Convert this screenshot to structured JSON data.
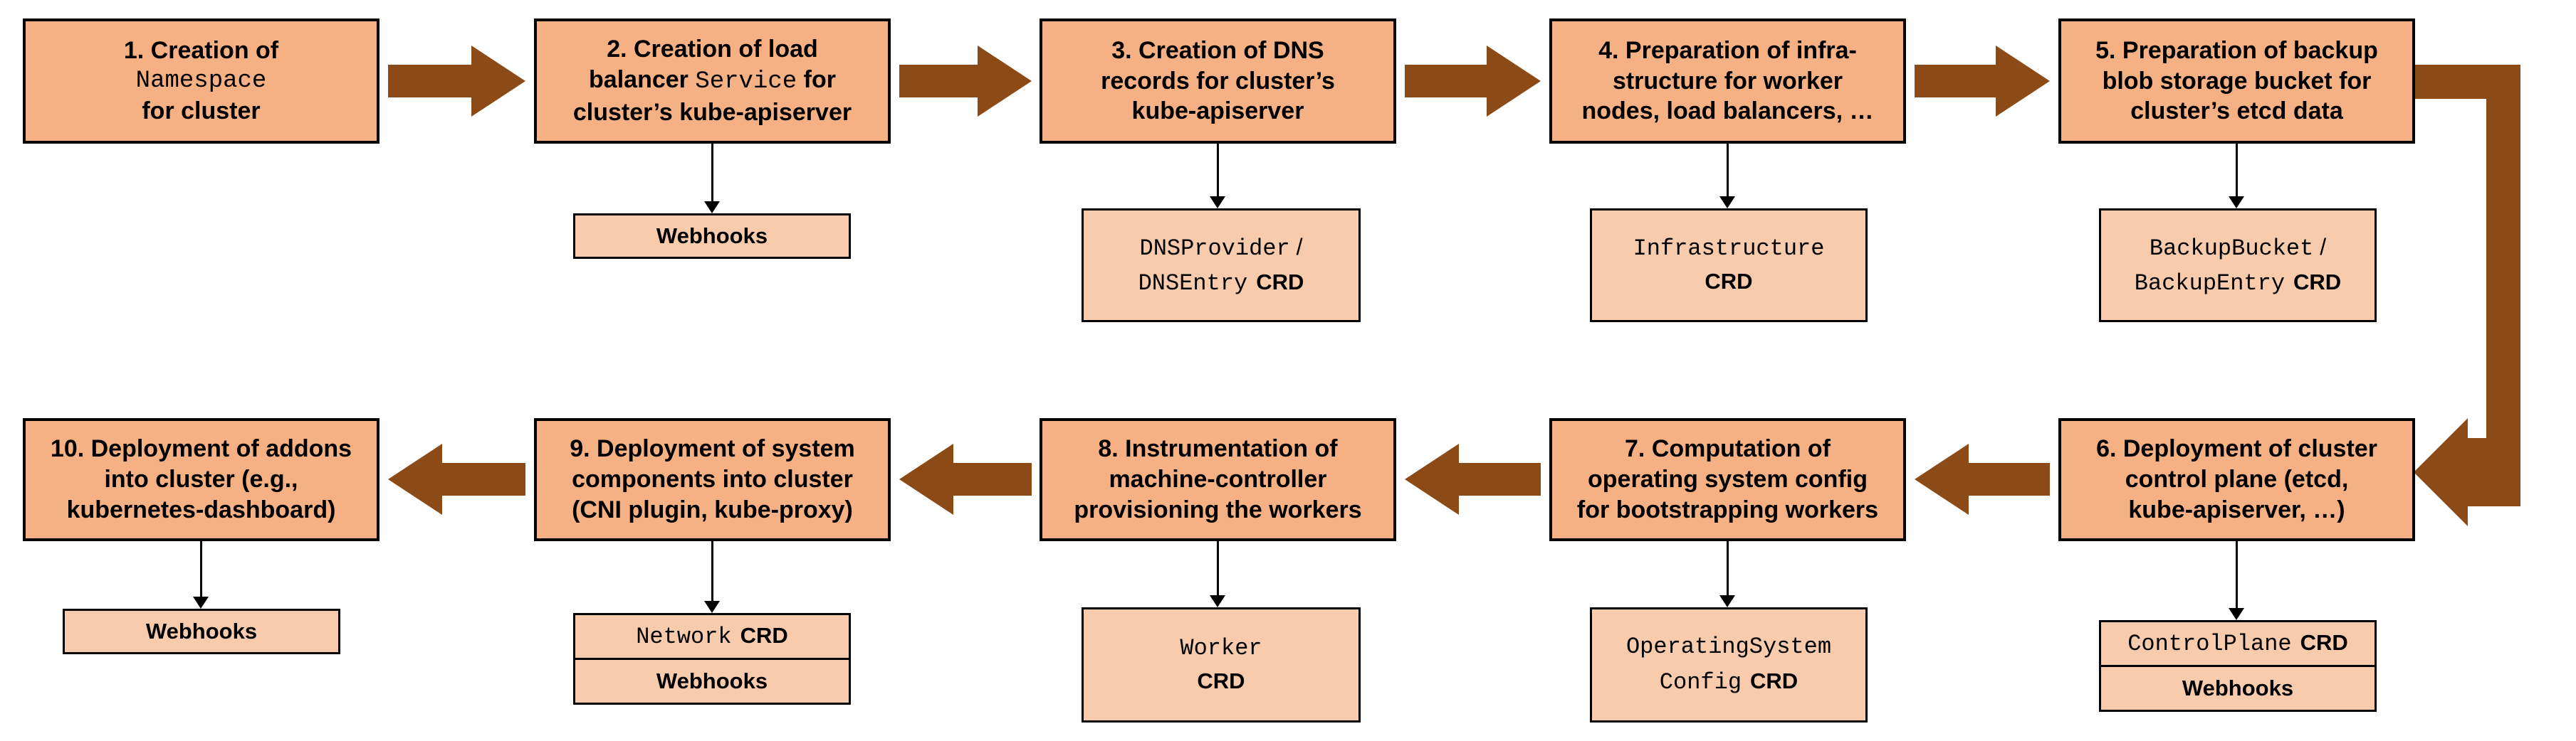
{
  "colors": {
    "main_box_fill": "#F5B183",
    "sub_box_fill": "#F8CBAD",
    "border": "#000000",
    "arrow": "#8C4A16"
  },
  "steps": [
    {
      "l1": "1. Creation of",
      "code": "Namespace",
      "l3": "for cluster"
    },
    {
      "l1": "2. Creation of load",
      "l2a": "balancer ",
      "code": "Service",
      "l2b": " for",
      "l3": "cluster’s kube-apiserver"
    },
    {
      "l1": "3. Creation of DNS",
      "l2": "records for cluster’s",
      "l3": "kube-apiserver"
    },
    {
      "l1": "4. Preparation of infra-",
      "l2": "structure for worker",
      "l3": "nodes, load balancers, …"
    },
    {
      "l1": "5. Preparation of backup",
      "l2": "blob storage bucket for",
      "l3": "cluster’s etcd data"
    },
    {
      "l1": "6. Deployment of cluster",
      "l2": "control plane (etcd,",
      "l3": "kube-apiserver, …)"
    },
    {
      "l1": "7. Computation of",
      "l2": "operating system config",
      "l3": "for bootstrapping workers"
    },
    {
      "l1": "8. Instrumentation of",
      "l2": "machine-controller",
      "l3": "provisioning the workers"
    },
    {
      "l1": "9. Deployment of system",
      "l2": "components into cluster",
      "l3": "(CNI plugin, kube-proxy)"
    },
    {
      "l1": "10. Deployment of addons",
      "l2": "into cluster (e.g.,",
      "l3": "kubernetes-dashboard)"
    }
  ],
  "crds": {
    "webhooks2": {
      "label": "Webhooks"
    },
    "dns": {
      "l1_code": "DNSProvider",
      "l1_sep": " /",
      "l2_code": "DNSEntry",
      "l2_crd": "CRD"
    },
    "infra": {
      "l1_code": "Infrastructure",
      "l2_crd": "CRD"
    },
    "backup": {
      "l1_code": "BackupBucket",
      "l1_sep": " /",
      "l2_code": "BackupEntry",
      "l2_crd": "CRD"
    },
    "controlplane": {
      "code": "ControlPlane",
      "crd": "CRD",
      "webhooks": "Webhooks"
    },
    "osconfig": {
      "l1_code": "OperatingSystem",
      "l2_code": "Config",
      "l2_crd": "CRD"
    },
    "worker": {
      "l1_code": "Worker",
      "l2_crd": "CRD"
    },
    "network": {
      "code": "Network",
      "crd": "CRD",
      "webhooks": "Webhooks"
    },
    "webhooks10": {
      "label": "Webhooks"
    }
  }
}
